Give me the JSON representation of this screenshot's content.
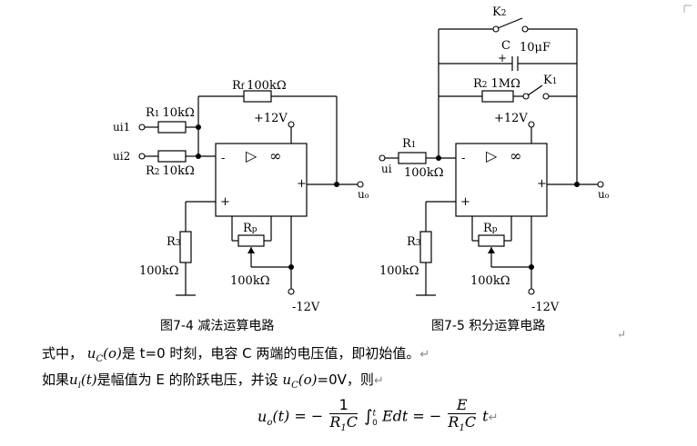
{
  "fig74": {
    "caption": "图7-4  减法运算电路",
    "rf_name": "R",
    "rf_sub": "f",
    "rf_value": "100kΩ",
    "r1_name": "R",
    "r1_sub": "1",
    "r1_value": "10kΩ",
    "r2_name": "R",
    "r2_sub": "2",
    "r2_value": "10kΩ",
    "r3_name": "R",
    "r3_sub": "3",
    "r3_value": "100kΩ",
    "rp_name": "R",
    "rp_sub": "p",
    "rp_value": "100kΩ",
    "ui1": "ui1",
    "ui2": "ui2",
    "uo": "u",
    "uo_sub": "o",
    "vpos": "+12V",
    "vneg": "-12V",
    "minus": "-",
    "plus": "+",
    "plus_out": "+",
    "tri": "▷",
    "inf": "∞"
  },
  "fig75": {
    "caption": "图7-5  积分运算电路",
    "k2_name": "K",
    "k2_sub": "2",
    "k1_name": "K",
    "k1_sub": "1",
    "c_name": "C",
    "c_value": "10μF",
    "c_plus": "+",
    "r2_name": "R",
    "r2_sub": "2",
    "r2_value": "1MΩ",
    "r1_name": "R",
    "r1_sub": "1",
    "r1_value": "100kΩ",
    "r3_name": "R",
    "r3_sub": "3",
    "r3_value": "100kΩ",
    "rp_name": "R",
    "rp_sub": "p",
    "rp_value": "100kΩ",
    "ui": "ui",
    "uo": "u",
    "uo_sub": "o",
    "vpos": "+12V",
    "vneg": "-12V",
    "minus": "-",
    "plus": "+",
    "plus_out": "+",
    "tri": "▷",
    "inf": "∞"
  },
  "text": {
    "line1_pre": "式中，",
    "line1_sym": "u",
    "line1_sub": "C",
    "line1_arg": "(o)",
    "line1_post": "是 t=0 时刻，电容 C 两端的电压值，即初始值。",
    "line2_pre": "如果",
    "line2_sym": "u",
    "line2_sub": "i",
    "line2_arg": "(t)",
    "line2_mid": "是幅值为 E 的阶跃电压，并设",
    "line2_sym2": "u",
    "line2_sub2": "C",
    "line2_arg2": "(o)",
    "line2_post": "=0V，则",
    "eq_lhs": "u",
    "eq_lhs_sub": "o",
    "eq_lhs_arg": "(t) = −",
    "eq_num1": "1",
    "eq_den1": "R",
    "eq_den1_sub": "1",
    "eq_den1_c": "C",
    "eq_int": "∫",
    "eq_int_upper": "t",
    "eq_int_lower": "0",
    "eq_mid": "Edt = −",
    "eq_num2": "E",
    "eq_den2": "R",
    "eq_den2_sub": "1",
    "eq_den2_c": "C",
    "eq_tail": "t",
    "return_mark": "↵"
  }
}
